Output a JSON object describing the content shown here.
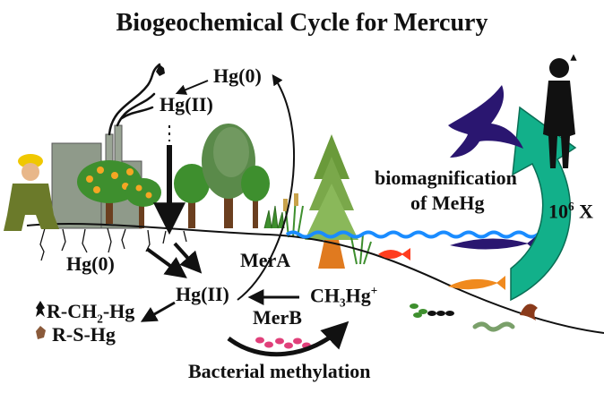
{
  "title": "Biogeochemical Cycle for Mercury",
  "labels": {
    "hg0_air": "Hg(0)",
    "hg2_air": "Hg(II)",
    "hg0_soil": "Hg(0)",
    "hg2_soil": "Hg(II)",
    "mer_a": "MerA",
    "mer_b": "MerB",
    "ch3hg_base": "CH",
    "ch3hg_sub": "3",
    "ch3hg_hg": "Hg",
    "ch3hg_sup": "+",
    "rch2hg_a": "R-CH",
    "rch2hg_sub": "2",
    "rch2hg_b": "-Hg",
    "rshg": "R-S-Hg",
    "bacterial_methylation": "Bacterial methylation",
    "biomag_line1": "biomagnification",
    "biomag_line2": "of MeHg",
    "factor_base": "10",
    "factor_sup": "6",
    "factor_x": " X"
  },
  "colors": {
    "water": "#1a8cff",
    "teal_arrow": "#12b08a",
    "bird": "#2a1670",
    "fish_red": "#ff3d1f",
    "fish_blue": "#2a1670",
    "fish_orange": "#f08a1e",
    "tree_green": "#3e8f2e",
    "bacteria_pink": "#e0407a"
  },
  "icons": [
    "worker-icon",
    "factory-icon",
    "smoke-icon",
    "tree-icon",
    "bird-icon",
    "human-icon",
    "fish-icon",
    "bacteria-icon",
    "worm-icon"
  ]
}
